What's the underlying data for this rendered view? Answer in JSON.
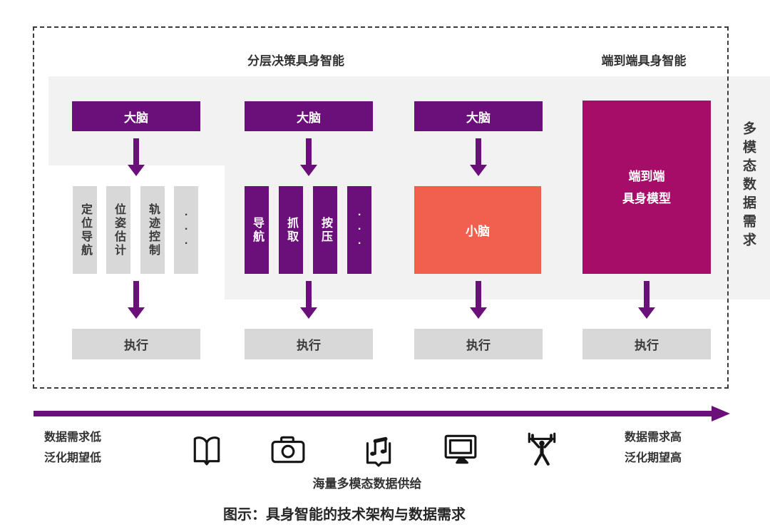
{
  "figure": {
    "top_labels": {
      "hierarchical": "分层决策具身智能",
      "end_to_end": "端到端具身智能"
    },
    "right_vertical_label": "多模态数据需求",
    "columns": [
      {
        "brain": "大脑",
        "modules": [
          "定位导航",
          "位姿估计",
          "轨迹控制",
          "···"
        ],
        "execute": "执行"
      },
      {
        "brain": "大脑",
        "modules": [
          "导航",
          "抓取",
          "按压",
          "···"
        ],
        "execute": "执行"
      },
      {
        "brain": "大脑",
        "cerebellum": "小脑",
        "execute": "执行"
      },
      {
        "model_line1": "端到端",
        "model_line2": "具身模型",
        "execute": "执行"
      }
    ],
    "bottom_axis": {
      "left_line1": "数据需求低",
      "left_line2": "泛化期望低",
      "right_line1": "数据需求高",
      "right_line2": "泛化期望高",
      "supply_label": "海量多模态数据供给",
      "icons": [
        "book-icon",
        "camera-icon",
        "music-doc-icon",
        "monitor-icon",
        "weightlifter-icon"
      ]
    },
    "caption": "图示：具身智能的技术架构与数据需求",
    "colors": {
      "purple": "#6B0F7A",
      "magenta": "#A50D68",
      "orange": "#F1604F",
      "box_gray": "#D8D8D8",
      "background_gray": "#F2F2F2",
      "text": "#3A3A3A"
    }
  }
}
